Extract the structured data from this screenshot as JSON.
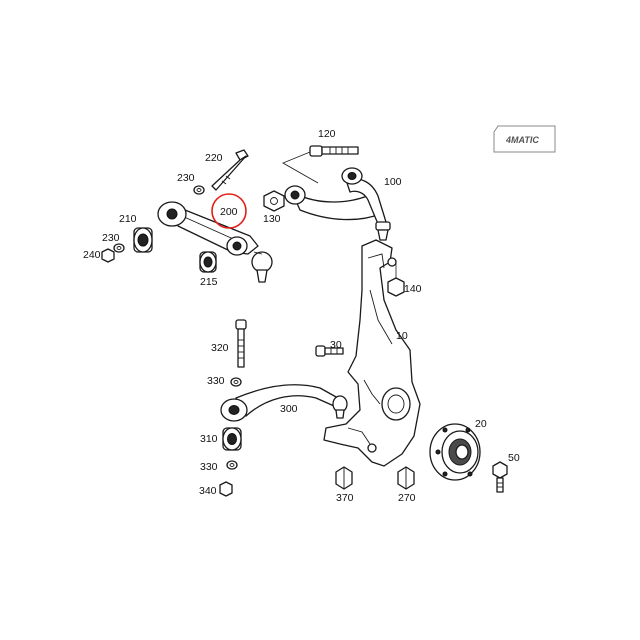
{
  "badge": {
    "label": "4MATIC"
  },
  "highlight": {
    "label": "200",
    "color": "#e0201a"
  },
  "callouts": {
    "c10": "10",
    "c20": "20",
    "c30": "30",
    "c50": "50",
    "c100": "100",
    "c120": "120",
    "c130": "130",
    "c140": "140",
    "c210": "210",
    "c215": "215",
    "c220": "220",
    "c230a": "230",
    "c230b": "230",
    "c240": "240",
    "c270": "270",
    "c300": "300",
    "c310": "310",
    "c320": "320",
    "c330a": "330",
    "c330b": "330",
    "c340": "340",
    "c370": "370"
  }
}
